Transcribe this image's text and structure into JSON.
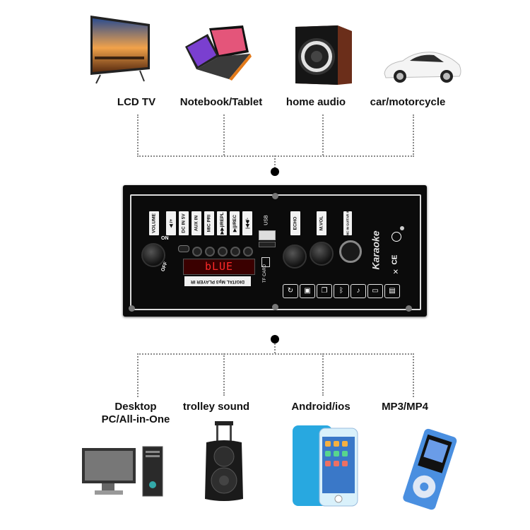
{
  "top_devices": [
    {
      "label": "LCD TV",
      "icon": "lcd-tv"
    },
    {
      "label": "Notebook/Tablet",
      "icon": "notebook"
    },
    {
      "label": "home audio",
      "icon": "speaker"
    },
    {
      "label": "car/motorcycle",
      "icon": "car"
    }
  ],
  "bottom_devices": [
    {
      "label_line1": "Desktop",
      "label_line2": "PC/All-in-One",
      "icon": "desktop-pc"
    },
    {
      "label_line1": "trolley sound",
      "label_line2": "",
      "icon": "trolley-speaker"
    },
    {
      "label_line1": "Android/ios",
      "label_line2": "",
      "icon": "smartphone"
    },
    {
      "label_line1": "MP3/MP4",
      "label_line2": "",
      "icon": "mp3-player"
    }
  ],
  "panel": {
    "vertical_labels": [
      "VOLUME",
      "◀ /+",
      "DC IN 5V",
      "AUX IN",
      "MIC PRI",
      "▶▶|/REPL",
      "▶||/REC",
      "|◀◀/-"
    ],
    "usb_label": "USB",
    "knob_labels": [
      "ECHO",
      "M.VOL"
    ],
    "jack_label": "MIC IN GUITAR IN",
    "display_text": "bLUE",
    "player_label": "DIGITAL Mp3 PLAYER IR",
    "tf_card_label": "TF CARD",
    "on_label": "ON",
    "off_label": "OFF",
    "brand": "Karaoke",
    "cert_marks": "CE"
  },
  "colors": {
    "display_text": "#ff2a2a",
    "panel": "#0b0b0b"
  }
}
